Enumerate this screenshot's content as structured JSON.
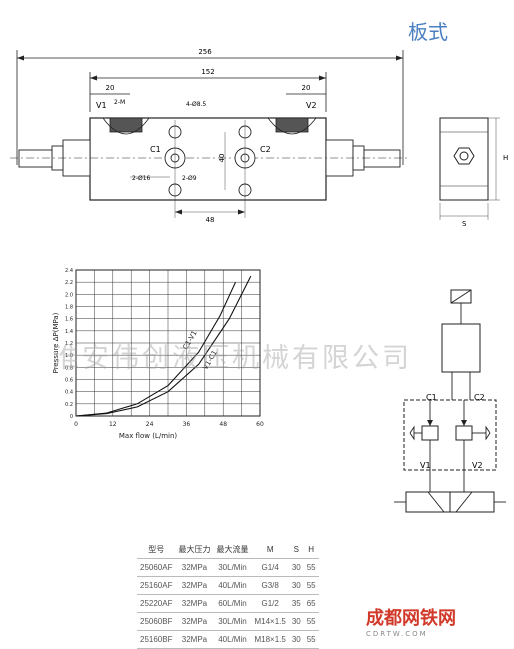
{
  "header_label": "板式",
  "drawing": {
    "overall_length": "256",
    "body_length": "152",
    "end_offset_left": "20",
    "end_offset_right": "20",
    "port_v1": "V1",
    "port_v2": "V2",
    "port_c1": "C1",
    "port_c2": "C2",
    "thread_m": "2-M",
    "bolt_holes": "4-Ø8.5",
    "port_dim_c1": "2-Ø16",
    "port_dim_c2": "2-Ø9",
    "vertical_dim": "40",
    "horizontal_dim": "48",
    "side_h": "H",
    "side_s": "S"
  },
  "chart_data": {
    "type": "line",
    "xlabel": "Max flow (L/min)",
    "ylabel": "Pressure ΔP(MPa)",
    "xlim": [
      0,
      60
    ],
    "ylim": [
      0,
      2.4
    ],
    "xticks": [
      "0",
      "12",
      "24",
      "36",
      "48",
      "60"
    ],
    "yticks": [
      "0",
      "0.2",
      "0.4",
      "0.6",
      "0.8",
      "1.0",
      "1.2",
      "1.4",
      "1.6",
      "1.8",
      "2.0",
      "2.2",
      "2.4"
    ],
    "grid": true,
    "series": [
      {
        "name": "C1-V1",
        "values": [
          [
            0,
            0
          ],
          [
            10,
            0.05
          ],
          [
            20,
            0.2
          ],
          [
            30,
            0.5
          ],
          [
            40,
            1.05
          ],
          [
            47,
            1.65
          ],
          [
            52,
            2.2
          ]
        ]
      },
      {
        "name": "V1-C1",
        "values": [
          [
            0,
            0
          ],
          [
            10,
            0.04
          ],
          [
            20,
            0.15
          ],
          [
            30,
            0.4
          ],
          [
            40,
            0.85
          ],
          [
            50,
            1.6
          ],
          [
            57,
            2.3
          ]
        ]
      }
    ]
  },
  "schematic": {
    "c1": "C1",
    "c2": "C2",
    "v1": "V1",
    "v2": "V2"
  },
  "spec_table": {
    "headers": [
      "型号",
      "最大压力",
      "最大流量",
      "M",
      "S",
      "H"
    ],
    "rows": [
      [
        "25060AF",
        "32MPa",
        "30L/Min",
        "G1/4",
        "30",
        "55"
      ],
      [
        "25160AF",
        "32MPa",
        "40L/Min",
        "G3/8",
        "30",
        "55"
      ],
      [
        "25220AF",
        "32MPa",
        "60L/Min",
        "G1/2",
        "35",
        "65"
      ],
      [
        "25060BF",
        "32MPa",
        "30L/Min",
        "M14×1.5",
        "30",
        "55"
      ],
      [
        "25160BF",
        "32MPa",
        "40L/Min",
        "M18×1.5",
        "30",
        "55"
      ]
    ]
  },
  "watermark": "淮安伟创液压机械有限公司",
  "logo": {
    "text": "成都网铁网",
    "sub": "CDRTW.COM"
  }
}
